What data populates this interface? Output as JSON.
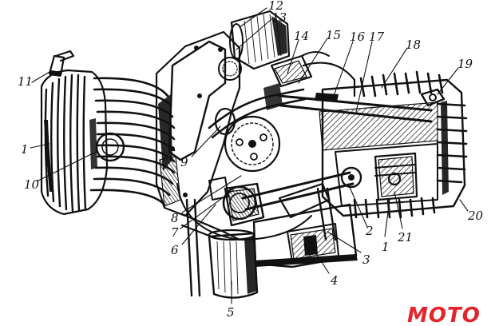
{
  "colors": {
    "ink": "#111111",
    "paper": "#ffffff",
    "logo": "#e3242b"
  },
  "logo": {
    "text": "MOTO"
  },
  "callouts": [
    {
      "id": "c1a",
      "text": "1"
    },
    {
      "id": "c1b",
      "text": "1"
    },
    {
      "id": "c2",
      "text": "2"
    },
    {
      "id": "c3",
      "text": "3"
    },
    {
      "id": "c4",
      "text": "4"
    },
    {
      "id": "c5",
      "text": "5"
    },
    {
      "id": "c6",
      "text": "6"
    },
    {
      "id": "c7",
      "text": "7"
    },
    {
      "id": "c8",
      "text": "8"
    },
    {
      "id": "c9",
      "text": "9"
    },
    {
      "id": "c10",
      "text": "10"
    },
    {
      "id": "c11",
      "text": "11"
    },
    {
      "id": "c12",
      "text": "12"
    },
    {
      "id": "c13",
      "text": "13"
    },
    {
      "id": "c14",
      "text": "14"
    },
    {
      "id": "c15",
      "text": "15"
    },
    {
      "id": "c16",
      "text": "16"
    },
    {
      "id": "c17",
      "text": "17"
    },
    {
      "id": "c18",
      "text": "18"
    },
    {
      "id": "c19",
      "text": "19"
    },
    {
      "id": "c20",
      "text": "20"
    },
    {
      "id": "c21",
      "text": "21"
    }
  ]
}
